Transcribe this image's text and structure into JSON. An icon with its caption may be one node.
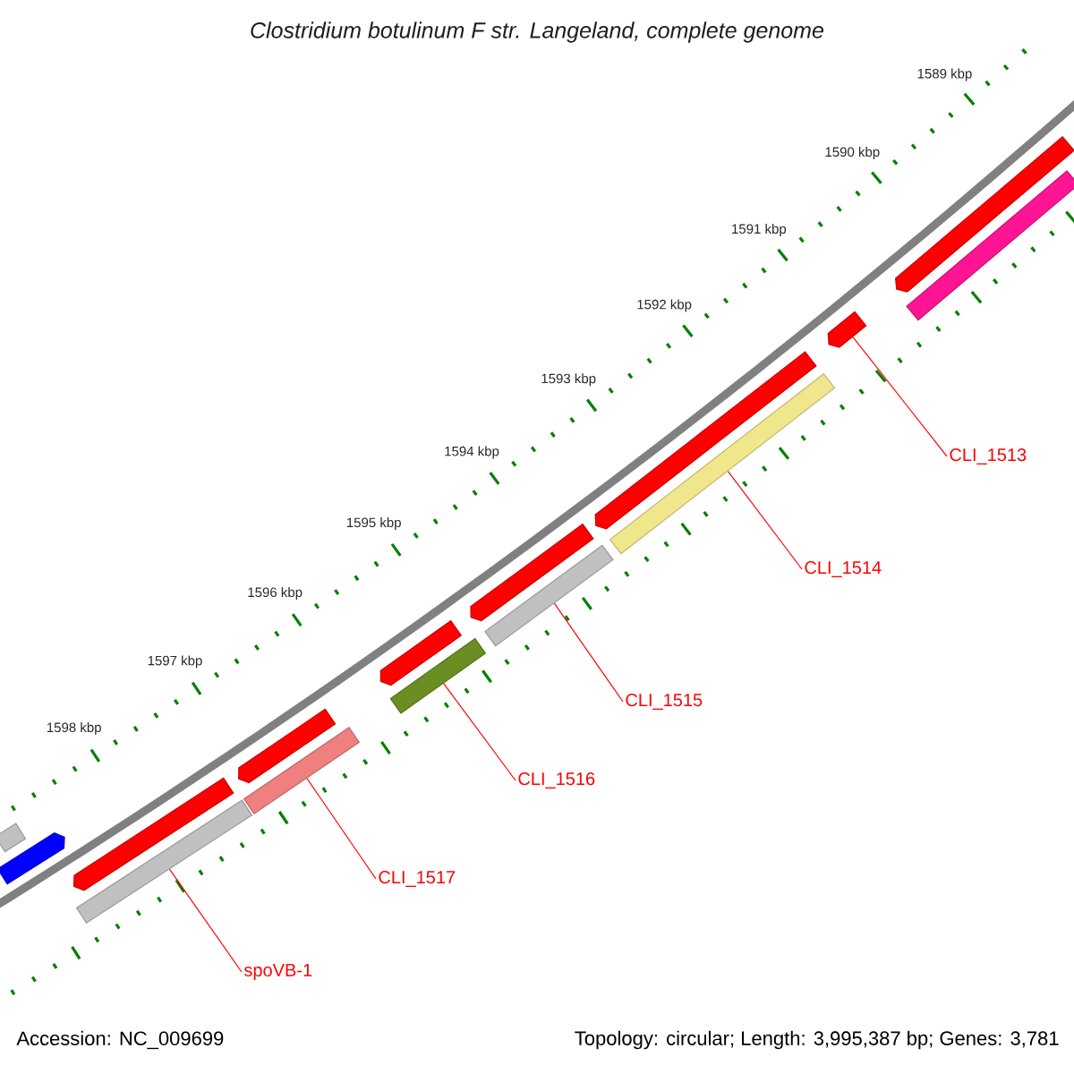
{
  "diagram": {
    "title": "Clostridium botulinum F str. Langeland, complete genome",
    "nodes": [
      {
        "text": [],
        "shape": "bar"
      },
      {
        "text": [],
        "shape": "bar"
      },
      {
        "text": [],
        "shape": "bar"
      },
      {
        "text": [],
        "shape": "bar"
      },
      {
        "text": [],
        "shape": "bar"
      },
      {
        "text": [],
        "shape": "bar"
      },
      {
        "text": [],
        "shape": "bar"
      },
      {
        "text": [],
        "shape": "bar"
      },
      {
        "text": [],
        "shape": "bar"
      },
      {
        "text": [],
        "shape": "bar"
      },
      {
        "text": [],
        "shape": "bar"
      },
      {
        "text": [],
        "shape": "bar"
      },
      {
        "text": [],
        "shape": "bar"
      },
      {
        "text": [],
        "shape": "bar"
      },
      {
        "text": [],
        "shape": "bar"
      },
      {
        "text": [
          "CLI_1513"
        ]
      },
      {
        "text": [
          "CLI_1514"
        ]
      },
      {
        "text": [
          "CLI_1515"
        ]
      },
      {
        "text": [
          "CLI_1516"
        ]
      },
      {
        "text": [
          "CLI_1517"
        ]
      },
      {
        "text": [
          "spoVB-1"
        ]
      }
    ],
    "edges": [
      {
        "from": 15,
        "to": 12,
        "arrow": "none"
      },
      {
        "from": 16,
        "to": 11,
        "arrow": "none"
      },
      {
        "from": 17,
        "to": 9,
        "arrow": "none"
      },
      {
        "from": 18,
        "to": 7,
        "arrow": "none"
      },
      {
        "from": 19,
        "to": 5,
        "arrow": "none"
      },
      {
        "from": 20,
        "to": 3,
        "arrow": "none"
      }
    ],
    "labels": [
      "1589 kbp",
      "1590 kbp",
      "1591 kbp",
      "1592 kbp",
      "1593 kbp",
      "1594 kbp",
      "1595 kbp",
      "1596 kbp",
      "1597 kbp",
      "1598 kbp",
      "Accession: NC_009699",
      "Topology: circular; Length: 3,995,387 bp; Genes: 3,781"
    ]
  }
}
